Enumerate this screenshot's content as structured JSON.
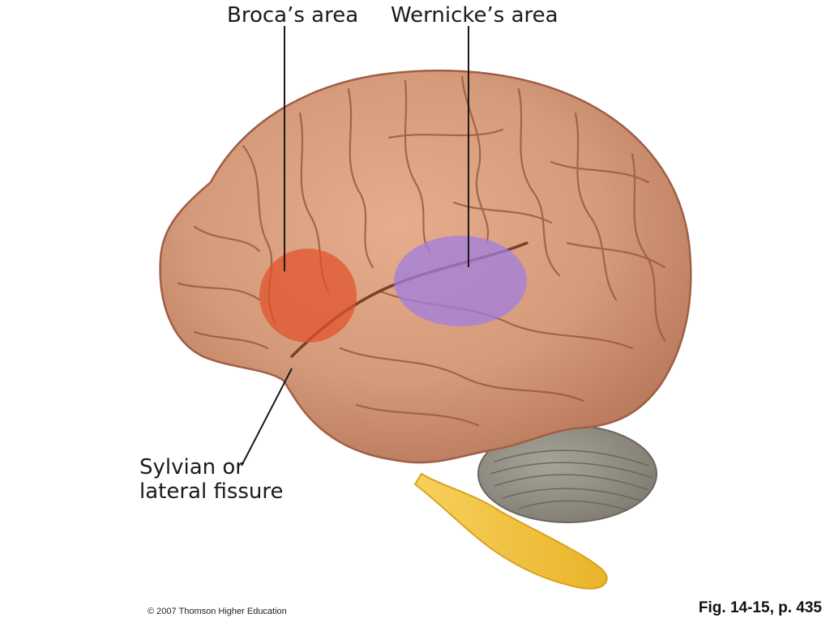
{
  "labels": {
    "broca": "Broca’s area",
    "wernicke": "Wernicke’s area",
    "sylvian_line1": "Sylvian or",
    "sylvian_line2": "lateral fissure"
  },
  "footer": {
    "copyright": "© 2007 Thomson Higher Education",
    "figure_ref": "Fig. 14-15, p. 435"
  },
  "colors": {
    "cortex": "#d49a7a",
    "cortex_shadow": "#a9674e",
    "broca_region": "#e0502a",
    "wernicke_region": "#a07ee0",
    "cerebellum": "#8e8a80",
    "brainstem": "#f5c542",
    "leader_line": "#1a1a1a"
  }
}
